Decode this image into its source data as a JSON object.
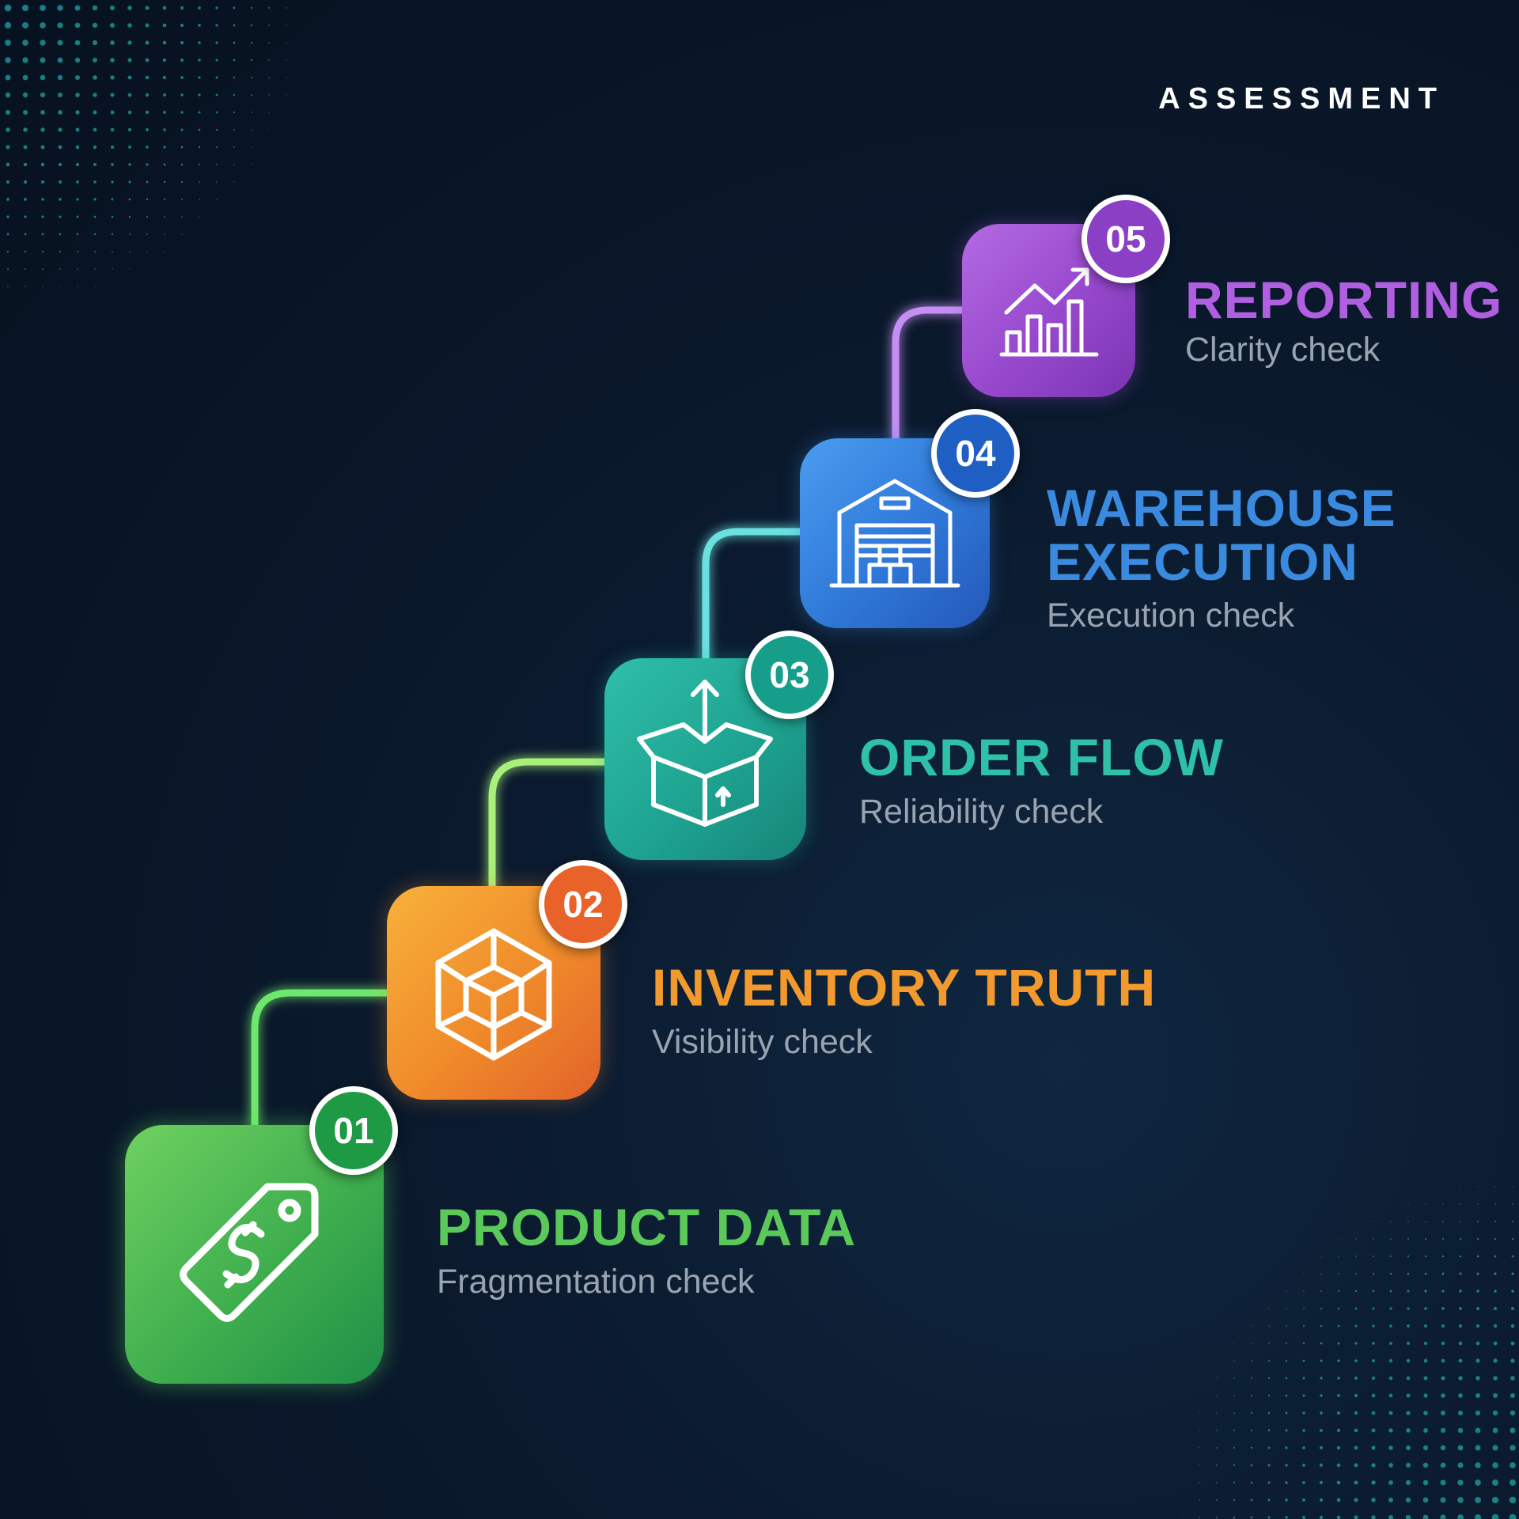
{
  "header": {
    "label": "ASSESSMENT"
  },
  "steps": [
    {
      "number": "01",
      "title": "PRODUCT DATA",
      "subtitle": "Fragmentation check",
      "icon": "price-tag-icon",
      "color": "#5bc85a"
    },
    {
      "number": "02",
      "title": "INVENTORY TRUTH",
      "subtitle": "Visibility check",
      "icon": "cube-icon",
      "color": "#f0962a"
    },
    {
      "number": "03",
      "title": "ORDER FLOW",
      "subtitle": "Reliability check",
      "icon": "open-box-icon",
      "color": "#2bb7a2"
    },
    {
      "number": "04",
      "title": "WAREHOUSE",
      "title_line2": "EXECUTION",
      "subtitle": "Execution check",
      "icon": "warehouse-icon",
      "color": "#3a8be0"
    },
    {
      "number": "05",
      "title": "REPORTING",
      "subtitle": "Clarity check",
      "icon": "bar-chart-growth-icon",
      "color": "#a558d8"
    }
  ]
}
